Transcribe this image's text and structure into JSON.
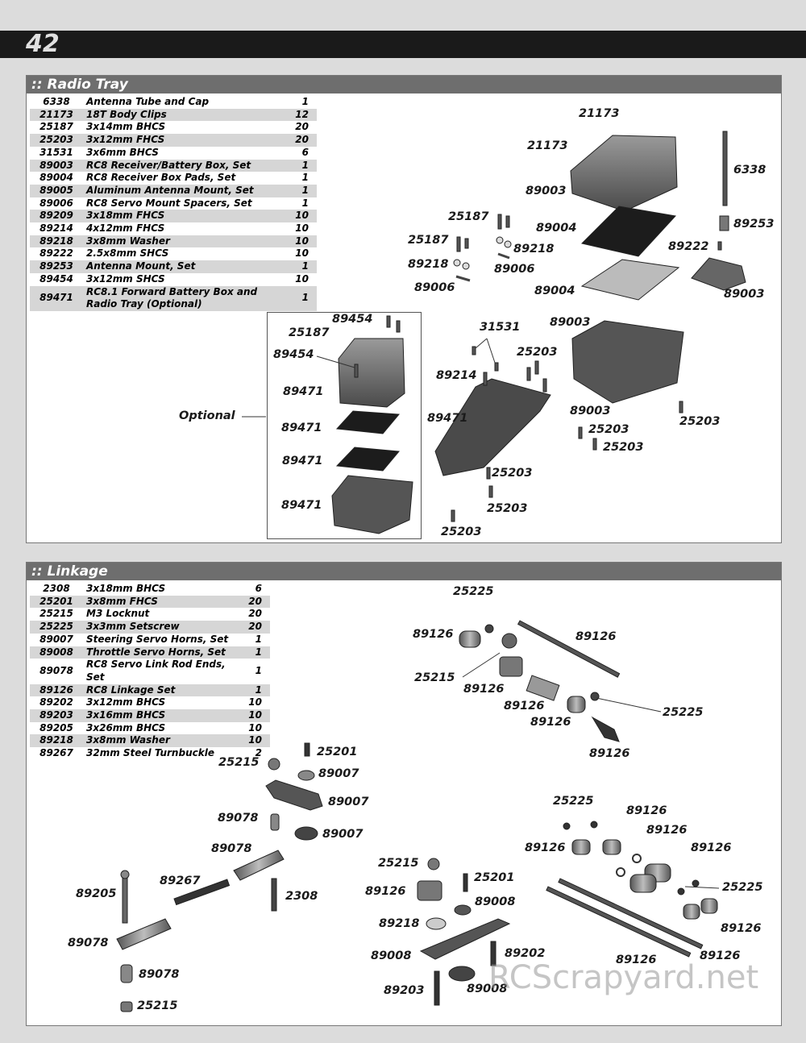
{
  "page_number": "42",
  "radio_tray": {
    "title": ":: Radio Tray",
    "parts": [
      {
        "num": "6338",
        "desc": "Antenna Tube and Cap",
        "qty": "1"
      },
      {
        "num": "21173",
        "desc": "18T Body Clips",
        "qty": "12"
      },
      {
        "num": "25187",
        "desc": "3x14mm BHCS",
        "qty": "20"
      },
      {
        "num": "25203",
        "desc": "3x12mm FHCS",
        "qty": "20"
      },
      {
        "num": "31531",
        "desc": "3x6mm BHCS",
        "qty": "6"
      },
      {
        "num": "89003",
        "desc": "RC8 Receiver/Battery Box, Set",
        "qty": "1"
      },
      {
        "num": "89004",
        "desc": "RC8 Receiver Box Pads, Set",
        "qty": "1"
      },
      {
        "num": "89005",
        "desc": "Aluminum Antenna Mount, Set",
        "qty": "1"
      },
      {
        "num": "89006",
        "desc": "RC8 Servo Mount Spacers, Set",
        "qty": "1"
      },
      {
        "num": "89209",
        "desc": "3x18mm FHCS",
        "qty": "10"
      },
      {
        "num": "89214",
        "desc": "4x12mm FHCS",
        "qty": "10"
      },
      {
        "num": "89218",
        "desc": "3x8mm Washer",
        "qty": "10"
      },
      {
        "num": "89222",
        "desc": "2.5x8mm SHCS",
        "qty": "10"
      },
      {
        "num": "89253",
        "desc": "Antenna Mount, Set",
        "qty": "1"
      },
      {
        "num": "89454",
        "desc": "3x12mm SHCS",
        "qty": "10"
      },
      {
        "num": "89471",
        "desc": "RC8.1 Forward Battery Box and Radio Tray (Optional)",
        "qty": "1"
      }
    ],
    "callouts": {
      "c21173a": "21173",
      "c21173b": "21173",
      "c6338": "6338",
      "c89003a": "89003",
      "c25187a": "25187",
      "c89004a": "89004",
      "c89253": "89253",
      "c25187b": "25187",
      "c89218": "89218",
      "c89222": "89222",
      "c89218b": "89218",
      "c89006a": "89006",
      "c89006b": "89006",
      "c89004b": "89004",
      "c89003b": "89003",
      "c89454a": "89454",
      "c25187c": "25187",
      "c89454b": "89454",
      "c31531": "31531",
      "c89003c": "89003",
      "c25203a": "25203",
      "c89214": "89214",
      "c89471a": "89471",
      "c89471b": "89471",
      "c89471c": "89471",
      "c89471d": "89471",
      "c89471e": "89471",
      "c89003d": "89003",
      "c25203b": "25203",
      "c25203c": "25203",
      "c25203d": "25203",
      "c25203e": "25203",
      "c25203f": "25203",
      "c25203g": "25203"
    },
    "optional_label": "Optional"
  },
  "linkage": {
    "title": ":: Linkage",
    "parts": [
      {
        "num": "2308",
        "desc": "3x18mm BHCS",
        "qty": "6"
      },
      {
        "num": "25201",
        "desc": "3x8mm FHCS",
        "qty": "20"
      },
      {
        "num": "25215",
        "desc": "M3 Locknut",
        "qty": "20"
      },
      {
        "num": "25225",
        "desc": "3x3mm Setscrew",
        "qty": "20"
      },
      {
        "num": "89007",
        "desc": "Steering Servo Horns, Set",
        "qty": "1"
      },
      {
        "num": "89008",
        "desc": "Throttle Servo Horns, Set",
        "qty": "1"
      },
      {
        "num": "89078",
        "desc": "RC8 Servo Link Rod Ends, Set",
        "qty": "1"
      },
      {
        "num": "89126",
        "desc": "RC8 Linkage Set",
        "qty": "1"
      },
      {
        "num": "89202",
        "desc": "3x12mm BHCS",
        "qty": "10"
      },
      {
        "num": "89203",
        "desc": "3x16mm BHCS",
        "qty": "10"
      },
      {
        "num": "89205",
        "desc": "3x26mm BHCS",
        "qty": "10"
      },
      {
        "num": "89218",
        "desc": "3x8mm Washer",
        "qty": "10"
      },
      {
        "num": "89267",
        "desc": "32mm Steel Turnbuckle",
        "qty": "2"
      }
    ],
    "callouts": {
      "l25225a": "25225",
      "l89126a": "89126",
      "l89126b": "89126",
      "l25215a": "25215",
      "l89126c": "89126",
      "l89126d": "89126",
      "l25225b": "25225",
      "l89126e": "89126",
      "l89126f": "89126",
      "l25201a": "25201",
      "l25215b": "25215",
      "l89007a": "89007",
      "l89007b": "89007",
      "l89078a": "89078",
      "l89007c": "89007",
      "l89078b": "89078",
      "l89267": "89267",
      "l89205": "89205",
      "l2308": "2308",
      "l89078c": "89078",
      "l89078d": "89078",
      "l25215c": "25215",
      "l25225c": "25225",
      "l89126g": "89126",
      "l89126h": "89126",
      "l89126i": "89126",
      "l89126j": "89126",
      "l25225d": "25225",
      "l89126k": "89126",
      "l25215d": "25215",
      "l25201b": "25201",
      "l89126l": "89126",
      "l89008a": "89008",
      "l89218": "89218",
      "l89008b": "89008",
      "l89202": "89202",
      "l89203": "89203",
      "l89008c": "89008",
      "l89126m": "89126",
      "l89126n": "89126"
    }
  },
  "watermark": "RCScrapyard.net"
}
